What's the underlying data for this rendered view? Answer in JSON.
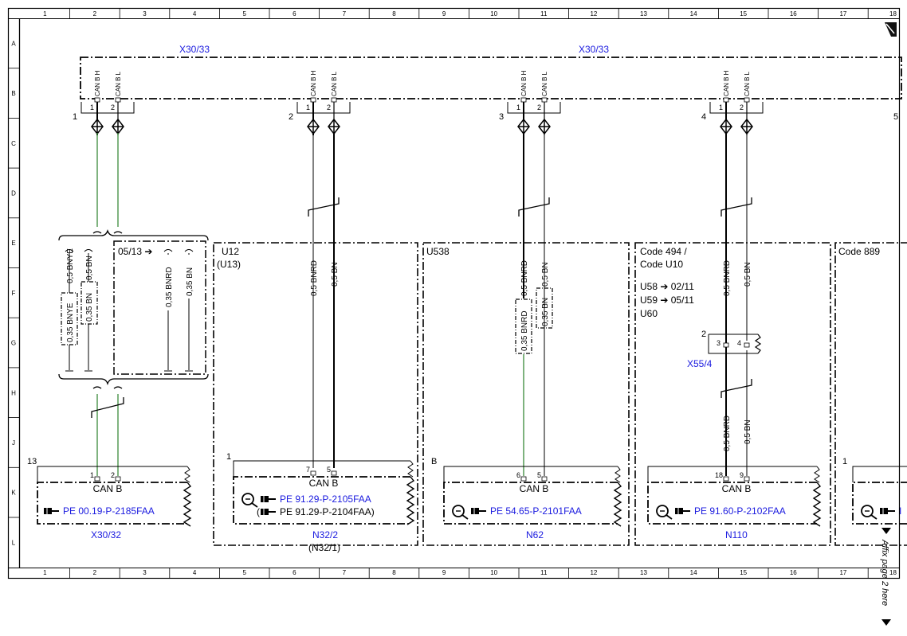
{
  "grid": {
    "columns": [
      "1",
      "2",
      "3",
      "4",
      "5",
      "6",
      "7",
      "8",
      "9",
      "10",
      "11",
      "12",
      "13",
      "14",
      "15",
      "16",
      "17",
      "18"
    ],
    "rows": [
      "A",
      "B",
      "C",
      "D",
      "E",
      "F",
      "G",
      "H",
      "J",
      "K",
      "L"
    ]
  },
  "bus": {
    "label_left": "X30/33",
    "label_right": "X30/33",
    "node_numbers": [
      "1",
      "2",
      "3",
      "4",
      "5"
    ],
    "pin_labels": {
      "h": "CAN B H",
      "l": "CAN B L"
    },
    "pins": [
      "1",
      "2"
    ]
  },
  "wires": {
    "bnye_05": "0,5 BNYE",
    "bn_05": "0,5 BN",
    "bnrd_05": "0,5 BNRD",
    "bnye_035": "0,35 BNYE",
    "bn_035": "0,35 BN",
    "bnrd_035": "0,35 BNRD"
  },
  "variant": {
    "date": "05/13"
  },
  "modules": [
    {
      "id": "x30_32",
      "corner": "13",
      "bus_label": "CAN B",
      "pins": [
        "1",
        "2"
      ],
      "ref": "PE 00.19-P-2185FAA",
      "name": "X30/32"
    },
    {
      "id": "n32_2",
      "header": [
        "U12",
        "(U13)"
      ],
      "corner": "1",
      "bus_label": "CAN B",
      "pins": [
        "7",
        "5"
      ],
      "ref": "PE 91.29-P-2105FAA",
      "ref_alt": "PE 91.29-P-2104FAA)",
      "ref_alt_open": "(",
      "name": "N32/2",
      "name_alt": "(N32/1)"
    },
    {
      "id": "n62",
      "header": [
        "U538"
      ],
      "corner": "B",
      "bus_label": "CAN B",
      "pins": [
        "6",
        "5"
      ],
      "ref": "PE 54.65-P-2101FAA",
      "name": "N62"
    },
    {
      "id": "n110",
      "header": [
        "Code 494  /",
        "Code U10"
      ],
      "notes": [
        {
          "code": "U58",
          "date": "02/11"
        },
        {
          "code": "U59",
          "date": "05/11"
        },
        {
          "code": "U60",
          "date": ""
        }
      ],
      "corner": "",
      "bus_label": "CAN B",
      "pins": [
        "18",
        "9"
      ],
      "ref": "PE 91.60-P-2102FAA",
      "name": "N110"
    },
    {
      "id": "code889",
      "header": [
        "Code 889"
      ],
      "corner": "1",
      "ref": "I"
    }
  ],
  "connector_x55": {
    "name": "X55/4",
    "number": "2",
    "pins": [
      "3",
      "4"
    ]
  },
  "margin_note": "Affix page 2 here",
  "colors": {
    "line": "#000000",
    "green_wire": "#3a8a3a",
    "label_blue": "#1a1adf"
  }
}
